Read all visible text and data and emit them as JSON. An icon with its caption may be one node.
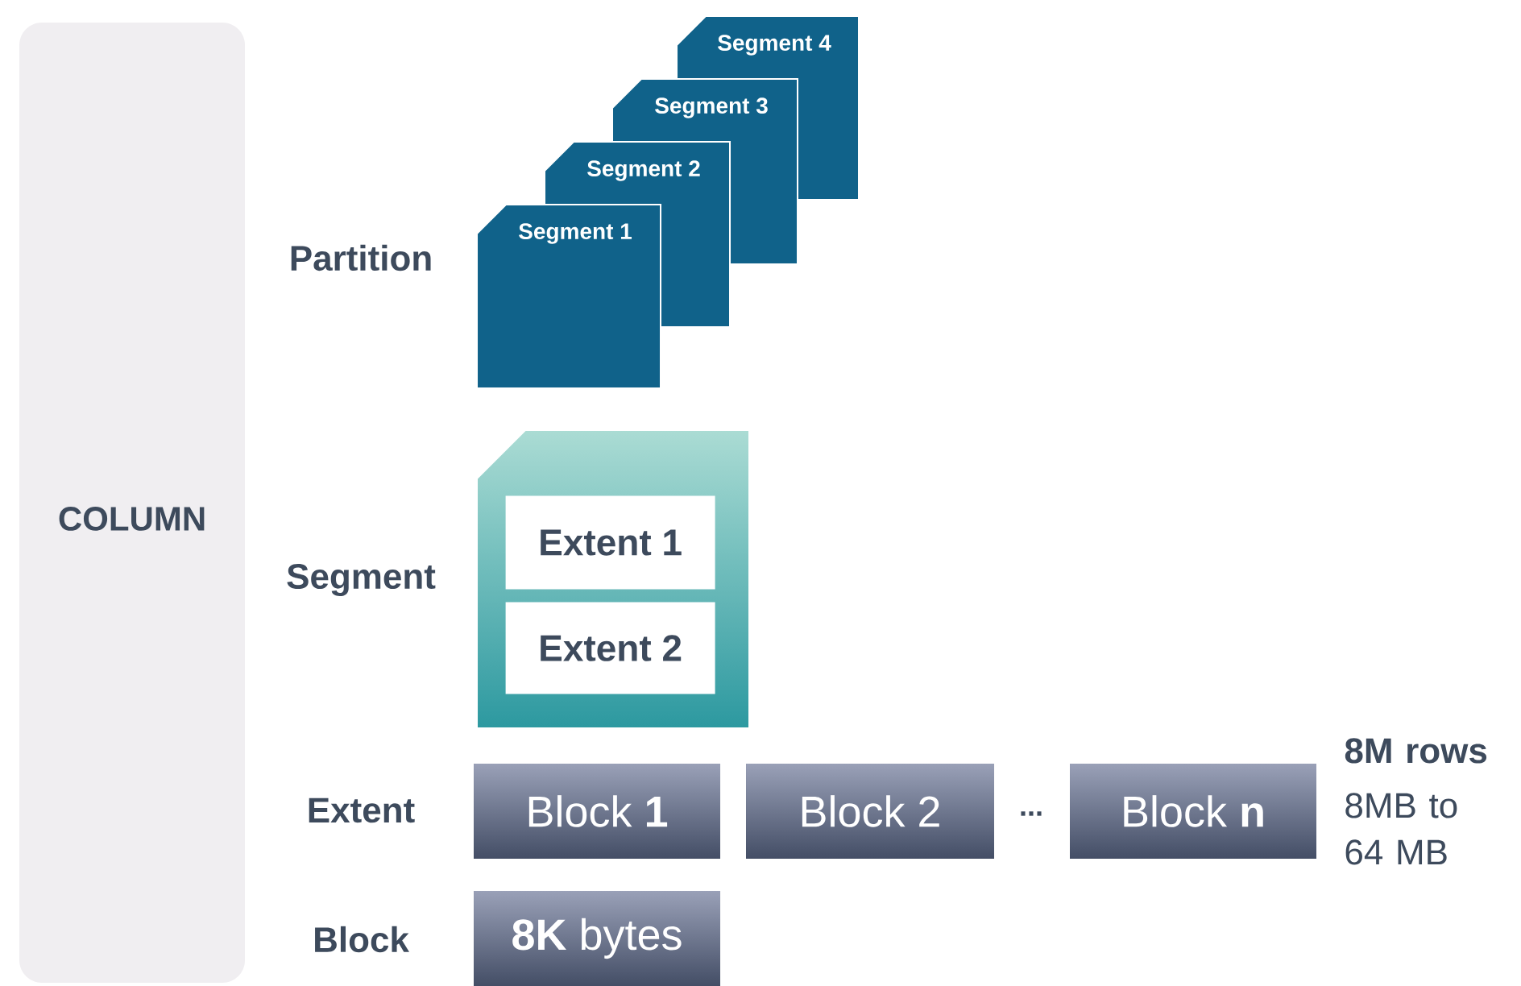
{
  "diagram": {
    "nodes": [
      {
        "text": [
          "COLUMN"
        ]
      },
      {
        "text": [
          "Segment 1"
        ]
      },
      {
        "text": [
          "Segment 2"
        ]
      },
      {
        "text": [
          "Segment 3"
        ]
      },
      {
        "text": [
          "Segment 4"
        ]
      },
      {
        "text": [],
        "shape": "box"
      },
      {
        "text": [
          "Extent 1"
        ],
        "in": 5
      },
      {
        "text": [
          "Extent 2"
        ],
        "in": 5
      },
      {
        "text": [
          "Block **1**"
        ]
      },
      {
        "text": [
          "Block 2"
        ]
      },
      {
        "text": [
          "Block **n**"
        ]
      },
      {
        "text": [
          "**8K** bytes"
        ]
      }
    ],
    "edges": [],
    "labels": [
      "Partition",
      "Segment",
      "Extent",
      "...",
      "8M rows",
      "8MB to 64 MB",
      "Block"
    ]
  }
}
